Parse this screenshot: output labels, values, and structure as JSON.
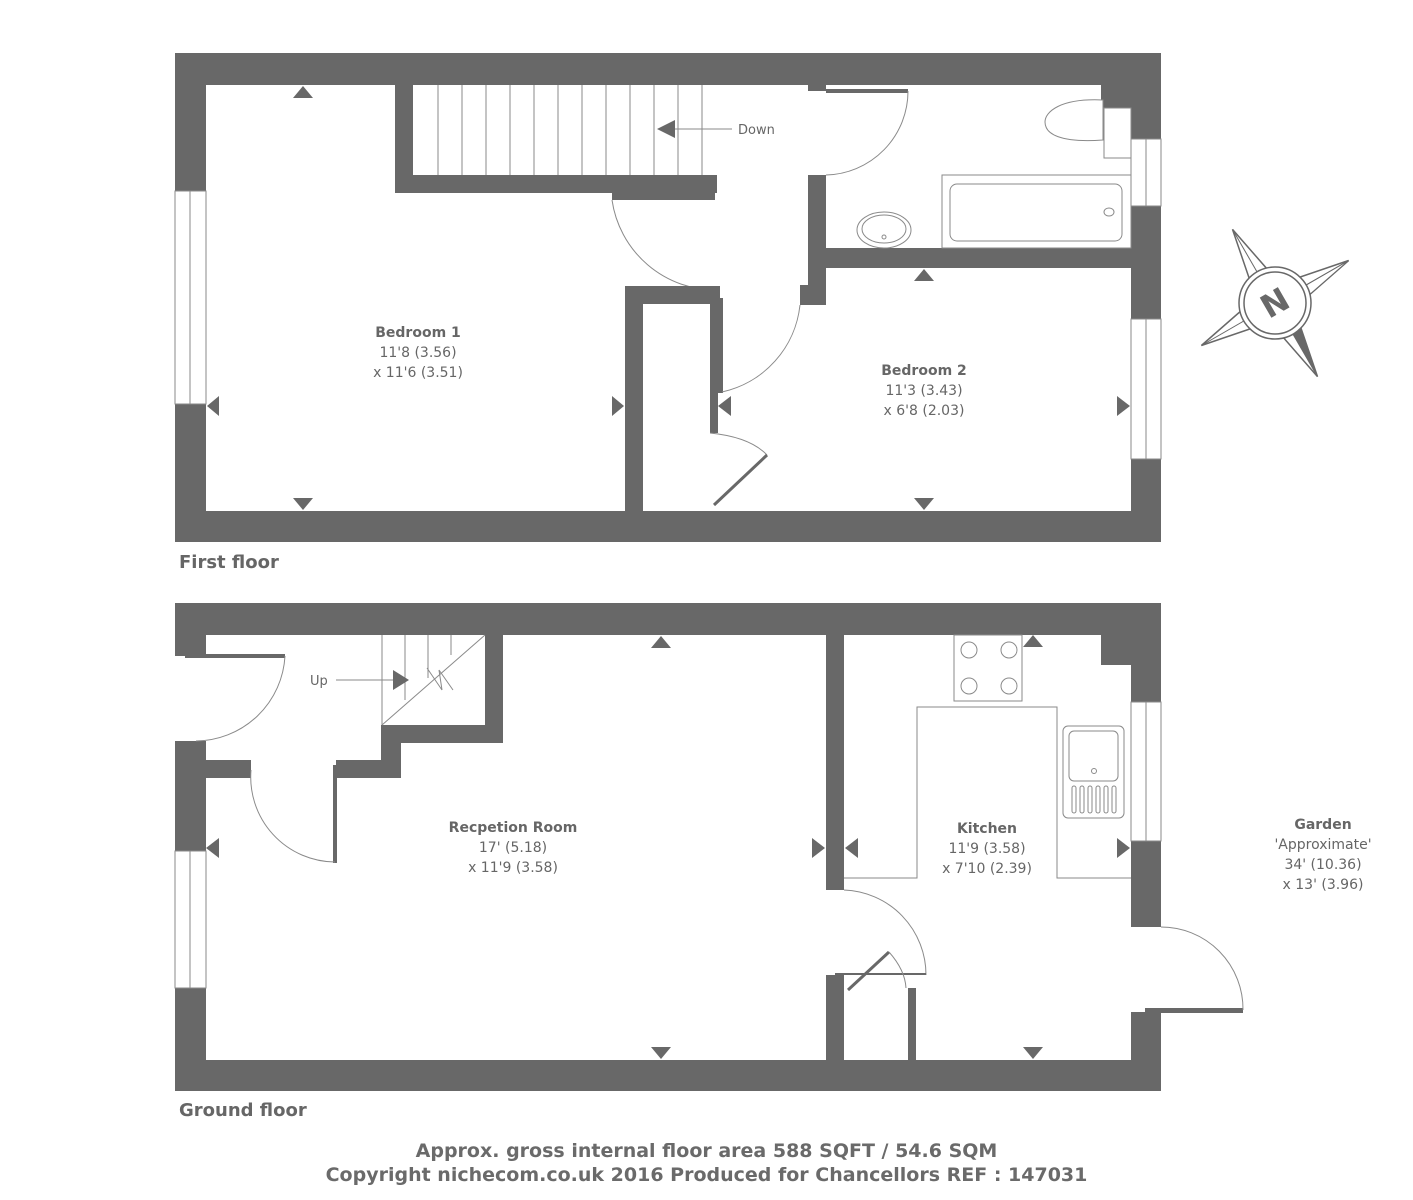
{
  "colors": {
    "wall": "#686868",
    "text": "#666666",
    "line": "#8a8a8a",
    "background": "#ffffff"
  },
  "first_floor": {
    "label": "First floor",
    "stairs_label": "Down",
    "rooms": [
      {
        "name": "Bedroom 1",
        "dim1": "11'8 (3.56)",
        "dim2": "x 11'6 (3.51)"
      },
      {
        "name": "Bedroom 2",
        "dim1": "11'3 (3.43)",
        "dim2": "x 6'8 (2.03)"
      }
    ]
  },
  "ground_floor": {
    "label": "Ground floor",
    "stairs_label": "Up",
    "rooms": [
      {
        "name": "Recpetion Room",
        "dim1": "17' (5.18)",
        "dim2": "x 11'9 (3.58)"
      },
      {
        "name": "Kitchen",
        "dim1": "11'9 (3.58)",
        "dim2": "x 7'10 (2.39)"
      }
    ],
    "garden": {
      "name": "Garden",
      "note": "'Approximate'",
      "dim1": "34' (10.36)",
      "dim2": "x 13' (3.96)"
    }
  },
  "compass": {
    "icon": "compass-north-icon",
    "letter": "N"
  },
  "footer": {
    "area": "Approx. gross internal floor area 588 SQFT / 54.6 SQM",
    "copyright": "Copyright nichecom.co.uk 2016 Produced for Chancellors REF : 147031"
  }
}
